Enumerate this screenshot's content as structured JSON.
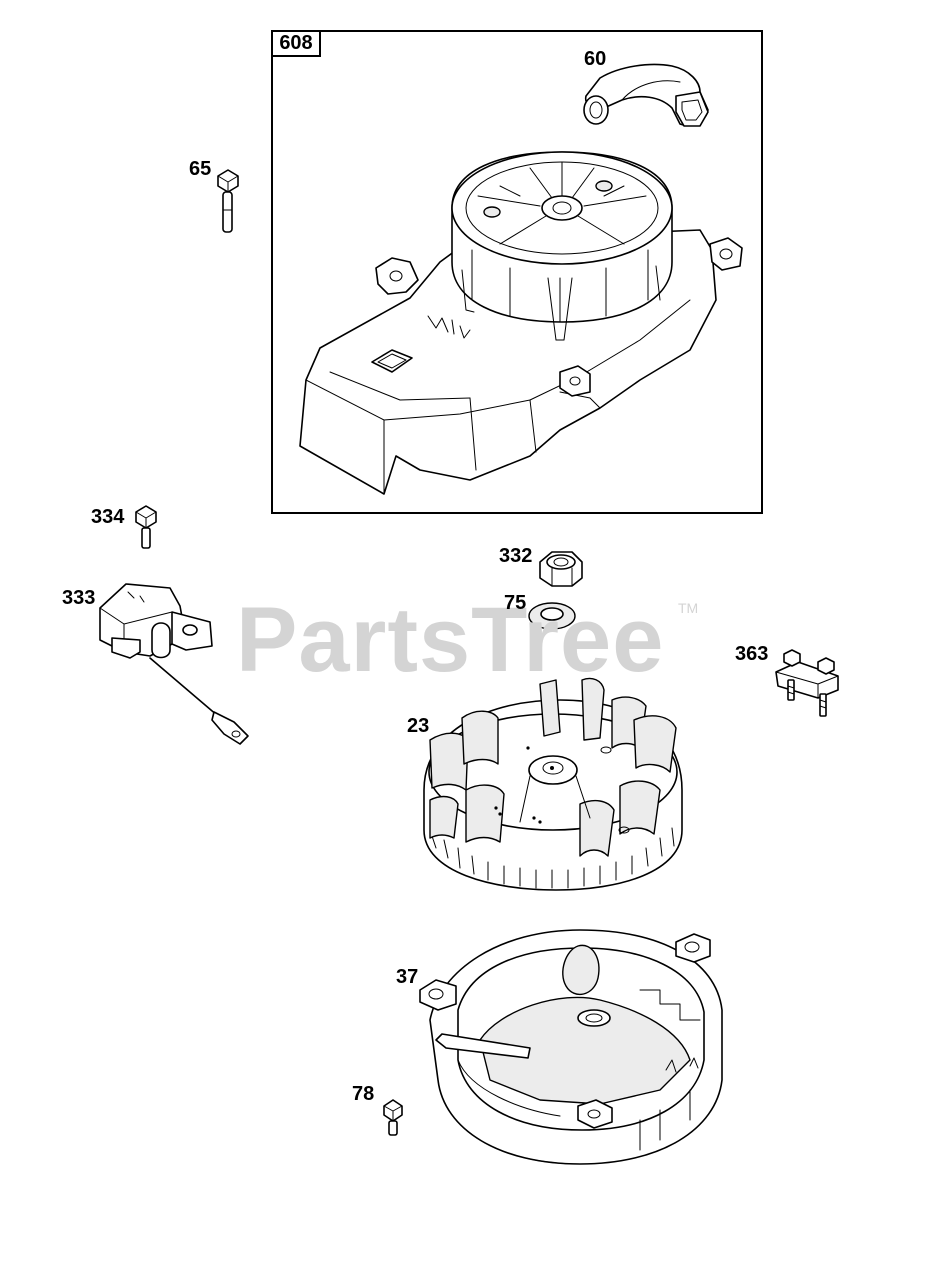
{
  "diagram": {
    "group": {
      "id": "608"
    },
    "parts": [
      {
        "id": "60",
        "name": "starter handle"
      },
      {
        "id": "65",
        "name": "screw"
      },
      {
        "id": "334",
        "name": "screw"
      },
      {
        "id": "333",
        "name": "ignition armature"
      },
      {
        "id": "332",
        "name": "nut"
      },
      {
        "id": "75",
        "name": "washer"
      },
      {
        "id": "363",
        "name": "bracket"
      },
      {
        "id": "23",
        "name": "flywheel"
      },
      {
        "id": "37",
        "name": "blower housing"
      },
      {
        "id": "78",
        "name": "screw"
      }
    ],
    "watermark": {
      "text": "PartsTree",
      "mark": "TM"
    }
  }
}
